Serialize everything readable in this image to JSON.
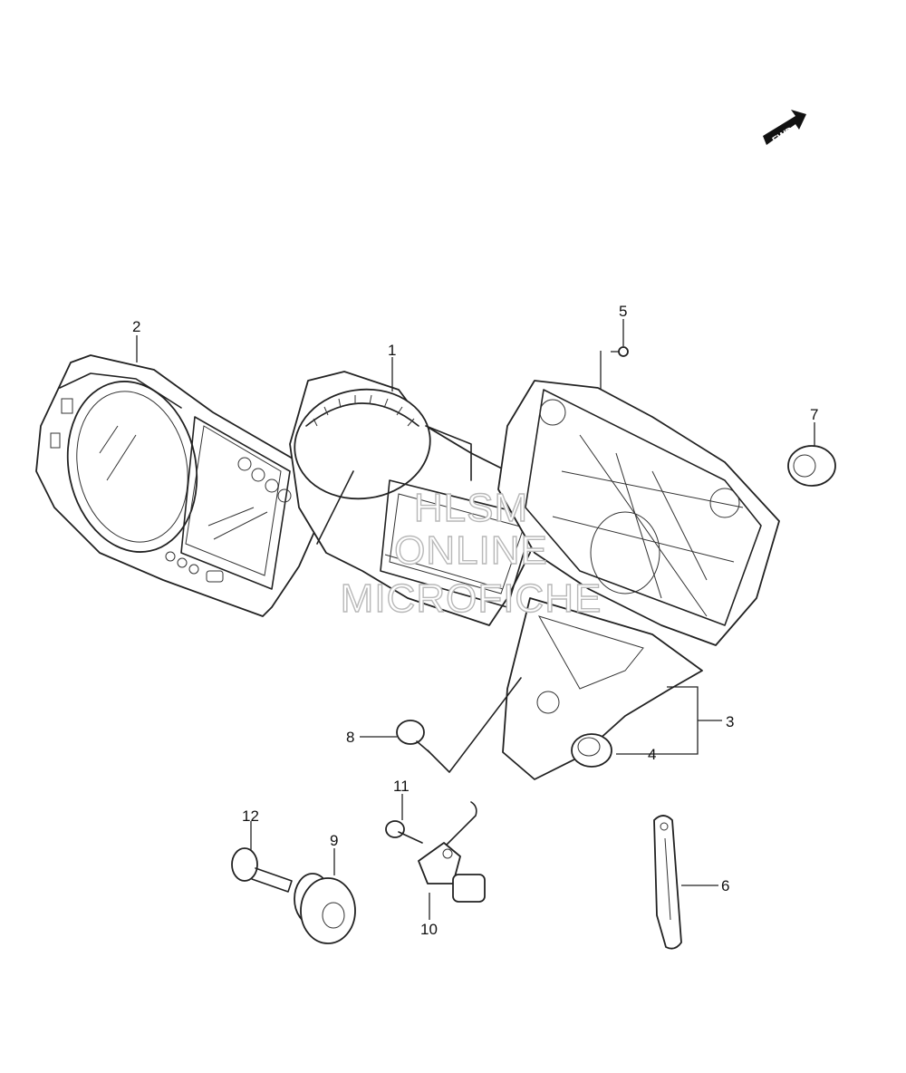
{
  "diagram": {
    "fwd_label": "FWD",
    "watermark": [
      "HLSM",
      "ONLINE",
      "MICROFICHE"
    ],
    "callouts": [
      "1",
      "2",
      "3",
      "4",
      "5",
      "6",
      "7",
      "8",
      "9",
      "10",
      "11",
      "12"
    ]
  }
}
